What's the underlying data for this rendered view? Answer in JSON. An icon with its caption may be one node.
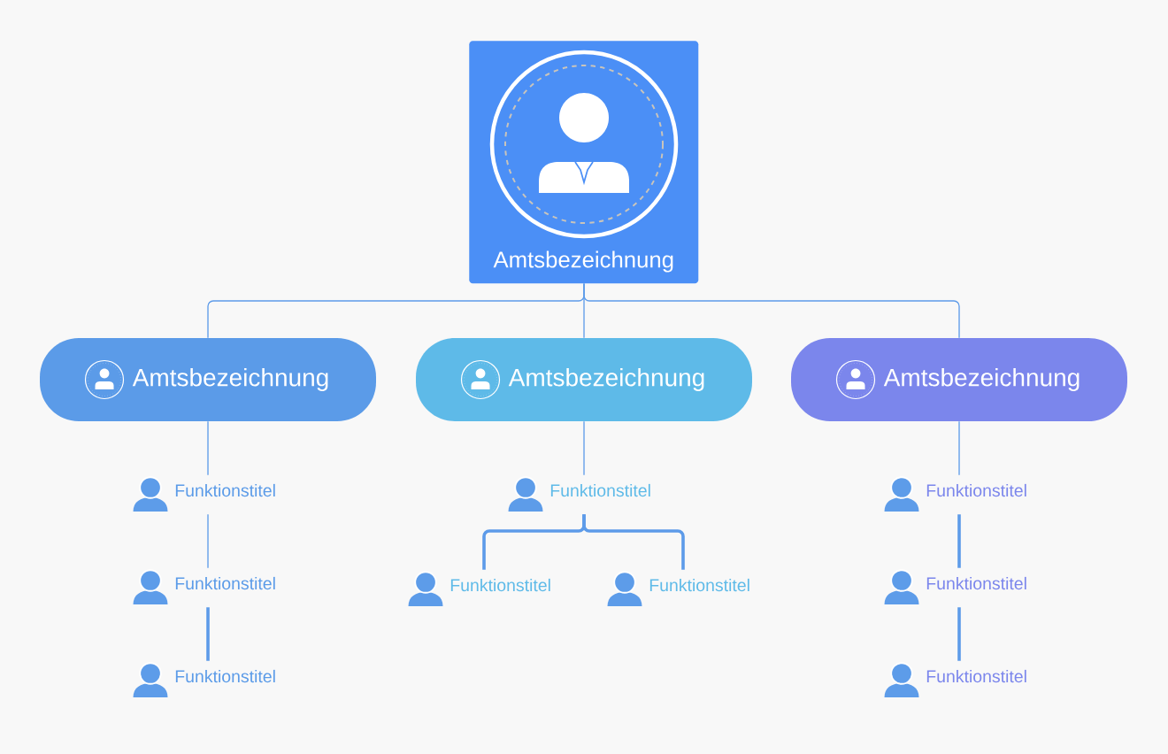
{
  "diagram": {
    "nodes": [
      {
        "text": [
          "Amtsbezeichnung"
        ]
      },
      {
        "text": [
          "Amtsbezeichnung"
        ]
      },
      {
        "text": [
          "Amtsbezeichnung"
        ]
      },
      {
        "text": [
          "Amtsbezeichnung"
        ]
      },
      {
        "text": [
          "Funktionstitel"
        ]
      },
      {
        "text": [
          "Funktionstitel"
        ]
      },
      {
        "text": [
          "Funktionstitel"
        ]
      },
      {
        "text": [
          "Funktionstitel"
        ]
      },
      {
        "text": [
          "Funktionstitel"
        ]
      },
      {
        "text": [
          "Funktionstitel"
        ]
      },
      {
        "text": [
          "Funktionstitel"
        ]
      },
      {
        "text": [
          "Funktionstitel"
        ]
      },
      {
        "text": [
          "Funktionstitel"
        ]
      }
    ],
    "edges": [
      {
        "from": 0,
        "to": 1,
        "arrow": "none"
      },
      {
        "from": 0,
        "to": 2,
        "arrow": "none"
      },
      {
        "from": 0,
        "to": 3,
        "arrow": "none"
      },
      {
        "from": 1,
        "to": 4,
        "arrow": "none"
      },
      {
        "from": 4,
        "to": 5,
        "arrow": "none"
      },
      {
        "from": 5,
        "to": 6,
        "arrow": "none",
        "style": "thick"
      },
      {
        "from": 2,
        "to": 7,
        "arrow": "none"
      },
      {
        "from": 7,
        "to": 8,
        "arrow": "none",
        "style": "thick"
      },
      {
        "from": 7,
        "to": 9,
        "arrow": "none",
        "style": "thick"
      },
      {
        "from": 3,
        "to": 10,
        "arrow": "none"
      },
      {
        "from": 10,
        "to": 11,
        "arrow": "none",
        "style": "thick"
      },
      {
        "from": 11,
        "to": 12,
        "arrow": "none",
        "style": "thick"
      }
    ]
  }
}
